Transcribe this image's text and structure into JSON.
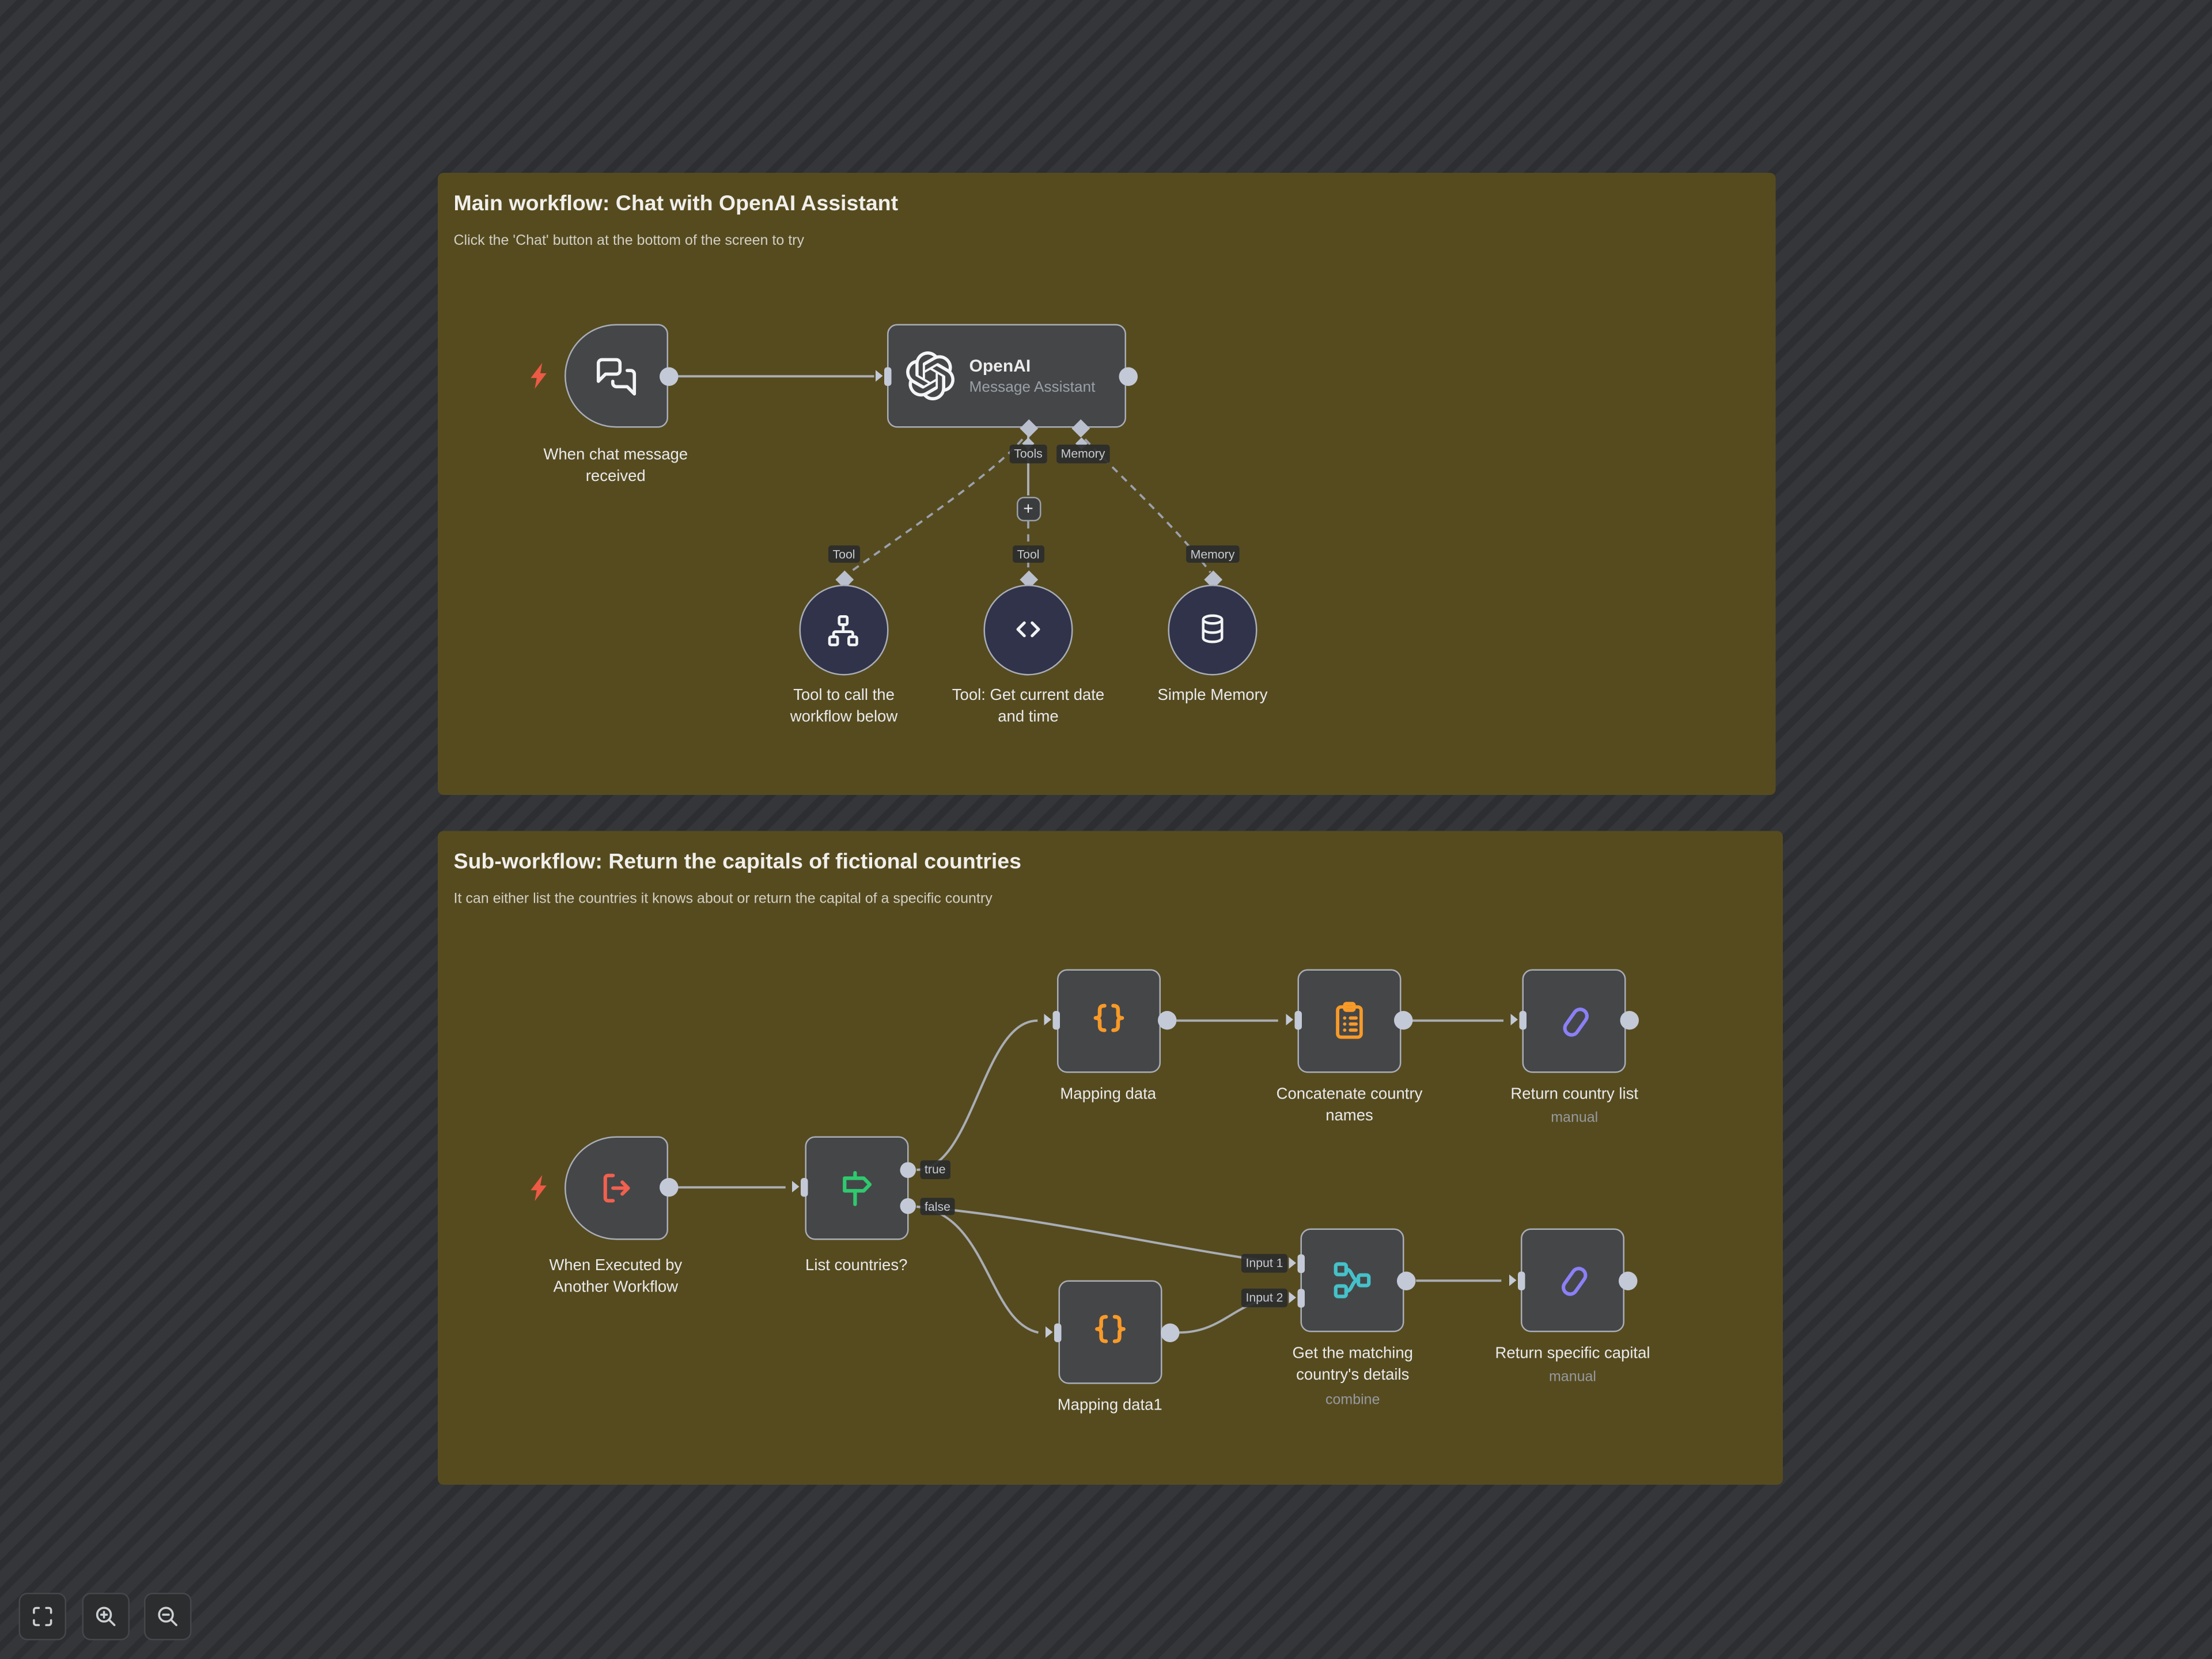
{
  "colors": {
    "canvas_light": "#34363a",
    "canvas_dark": "#2c2e31",
    "sticky": "#564b1f",
    "node_bg": "#454648",
    "node_border": "#a9aeb8",
    "circle_bg": "#303349",
    "edge": "#a9adb5",
    "connector": "#c3c9d6",
    "accent_red": "#f2604e",
    "accent_green": "#2fc96e",
    "accent_orange": "#f79a28",
    "accent_teal": "#45c1c9",
    "accent_purple": "#8b80f6"
  },
  "main_workflow": {
    "title": "Main workflow: Chat with OpenAI Assistant",
    "subtitle": "Click the 'Chat' button at the bottom of the screen to try",
    "nodes": {
      "chat_trigger": {
        "label": "When chat message received"
      },
      "agent": {
        "title": "OpenAI",
        "subtitle": "Message Assistant",
        "port_tools": "Tools",
        "port_memory": "Memory"
      },
      "add_button": "+",
      "tool_workflow": {
        "chip": "Tool",
        "label": "Tool to call the workflow below"
      },
      "tool_datetime": {
        "chip": "Tool",
        "label": "Tool: Get current date and time"
      },
      "memory": {
        "chip": "Memory",
        "label": "Simple Memory"
      }
    }
  },
  "sub_workflow": {
    "title": "Sub-workflow: Return the capitals of fictional countries",
    "subtitle": "It can either list the countries it knows about or return the capital of a specific country",
    "nodes": {
      "exec_trigger": {
        "label": "When Executed by Another Workflow"
      },
      "if_node": {
        "label": "List countries?",
        "chip_true": "true",
        "chip_false": "false"
      },
      "mapping_data": {
        "label": "Mapping data"
      },
      "concatenate": {
        "label": "Concatenate country names"
      },
      "return_list": {
        "label": "Return country list",
        "sub": "manual"
      },
      "mapping_data1": {
        "label": "Mapping data1"
      },
      "merge": {
        "label": "Get the matching country's details",
        "sub": "combine",
        "chip_input1": "Input 1",
        "chip_input2": "Input 2"
      },
      "return_capital": {
        "label": "Return specific capital",
        "sub": "manual"
      }
    }
  },
  "controls": {
    "fit": "zoom to fit",
    "zoom_in": "zoom in",
    "zoom_out": "zoom out"
  }
}
